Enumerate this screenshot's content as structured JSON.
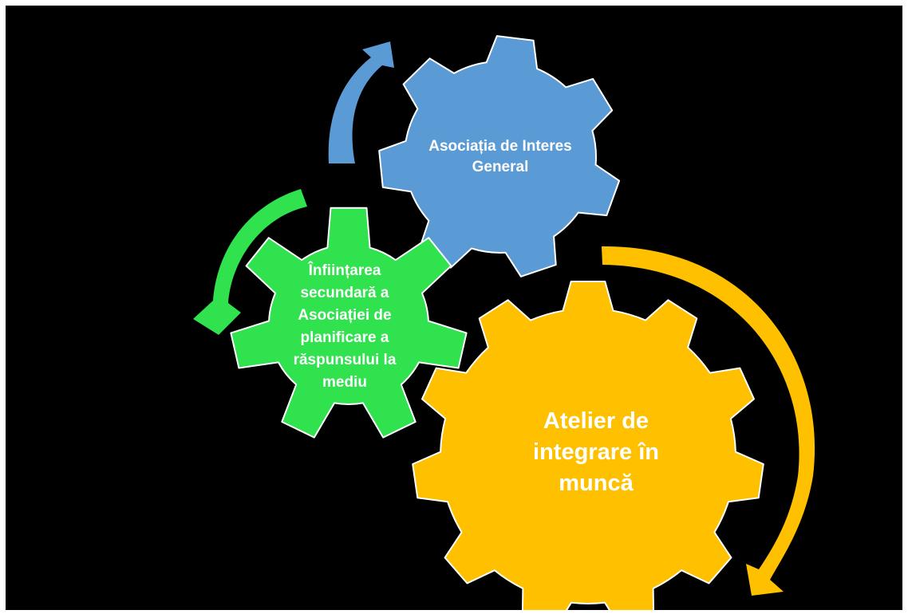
{
  "colors": {
    "background": "#000000",
    "blue": "#5b9bd5",
    "green": "#2fe24e",
    "orange": "#ffc000",
    "outline": "#ffffff"
  },
  "gears": {
    "blue": {
      "label": "Asociația de Interes General"
    },
    "green": {
      "label": "Înființarea secundară a Asociației de planificare a răspunsului la mediu"
    },
    "orange": {
      "label": "Atelier de integrare în muncă"
    }
  },
  "arrows": [
    "blue-circular-arrow",
    "green-circular-arrow",
    "orange-circular-arrow"
  ]
}
